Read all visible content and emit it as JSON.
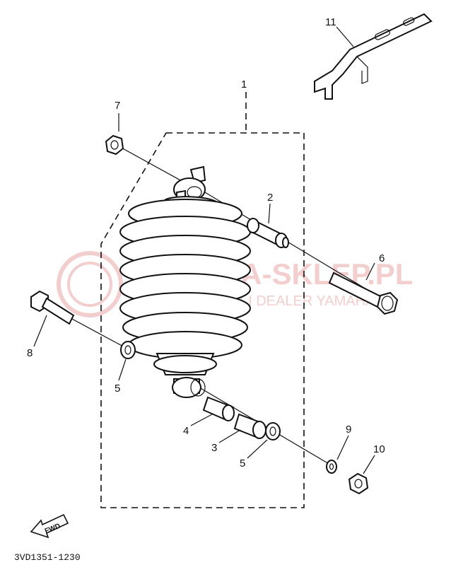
{
  "labels": {
    "p1": "1",
    "p2": "2",
    "p3": "3",
    "p4": "4",
    "p5a": "5",
    "p5b": "5",
    "p6": "6",
    "p7": "7",
    "p8": "8",
    "p9": "9",
    "p10": "10",
    "p11": "11"
  },
  "fwd": "FWD",
  "code": "3VD1351-1230",
  "watermark": {
    "title": "YAMAHA-SKLEP.PL",
    "subtitle": "W.JURKIEWICZ I DEALER YAMAHA"
  }
}
